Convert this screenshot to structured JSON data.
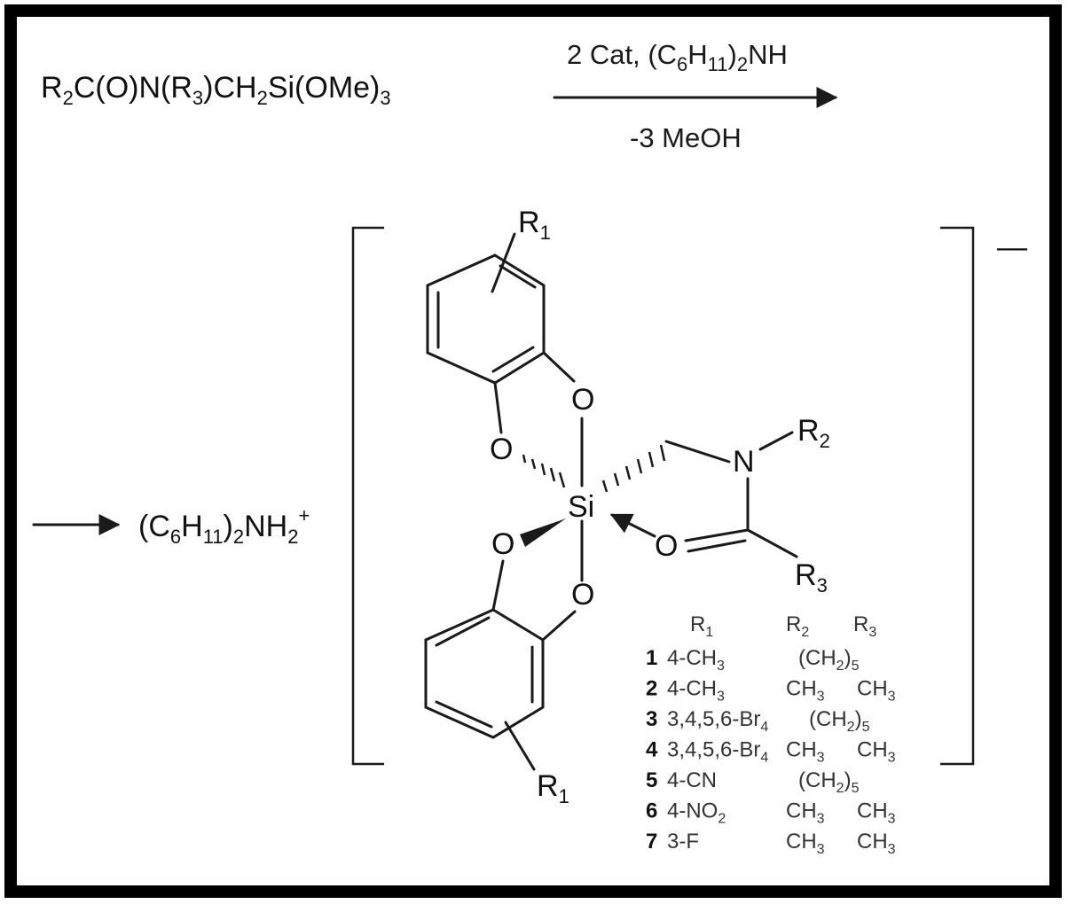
{
  "reactant": {
    "main": "R",
    "s1": "2",
    "m1": "C(O)N(R",
    "s2": "3",
    "m2": ")CH",
    "s3": "2",
    "m3": "Si(OMe)",
    "s4": "3"
  },
  "reagents": {
    "above": {
      "a": "2 Cat, (C",
      "s1": "6",
      "b": "H",
      "s2": "11",
      "c": ")",
      "s3": "2",
      "d": "NH"
    },
    "below": "-3 MeOH"
  },
  "cation": {
    "a": "(C",
    "s1": "6",
    "b": "H",
    "s2": "11",
    "c": ")",
    "s3": "2",
    "d": "NH",
    "s4": "2",
    "sup": "+"
  },
  "anion_charge": "—",
  "atoms": {
    "R": "R",
    "one": "1",
    "two": "2",
    "three": "3",
    "O": "O",
    "N": "N",
    "Si": "Si"
  },
  "table": {
    "header": {
      "r1": "R",
      "r1s": "1",
      "r2": "R",
      "r2s": "2",
      "r3": "R",
      "r3s": "3"
    },
    "rows": [
      {
        "num": "1",
        "r1": "4-CH",
        "r1s": "3",
        "r2": "(CH",
        "r2s": "2",
        "r2e": ")",
        "r2s2": "5",
        "r3": "",
        "r3s": ""
      },
      {
        "num": "2",
        "r1": "4-CH",
        "r1s": "3",
        "r2": "CH",
        "r2s": "3",
        "r2e": "",
        "r2s2": "",
        "r3": "CH",
        "r3s": "3"
      },
      {
        "num": "3",
        "r1": "3,4,5,6-Br",
        "r1s": "4",
        "r2": "(CH",
        "r2s": "2",
        "r2e": ")",
        "r2s2": "5",
        "r3": "",
        "r3s": ""
      },
      {
        "num": "4",
        "r1": "3,4,5,6-Br",
        "r1s": "4",
        "r2": "CH",
        "r2s": "3",
        "r2e": "",
        "r2s2": "",
        "r3": "CH",
        "r3s": "3"
      },
      {
        "num": "5",
        "r1": "4-CN",
        "r1s": "",
        "r2": "(CH",
        "r2s": "2",
        "r2e": ")",
        "r2s2": "5",
        "r3": "",
        "r3s": ""
      },
      {
        "num": "6",
        "r1": "4-NO",
        "r1s": "2",
        "r2": "CH",
        "r2s": "3",
        "r2e": "",
        "r2s2": "",
        "r3": "CH",
        "r3s": "3"
      },
      {
        "num": "7",
        "r1": "3-F",
        "r1s": "",
        "r2": "CH",
        "r2s": "3",
        "r2e": "",
        "r2s2": "",
        "r3": "CH",
        "r3s": "3"
      }
    ]
  }
}
